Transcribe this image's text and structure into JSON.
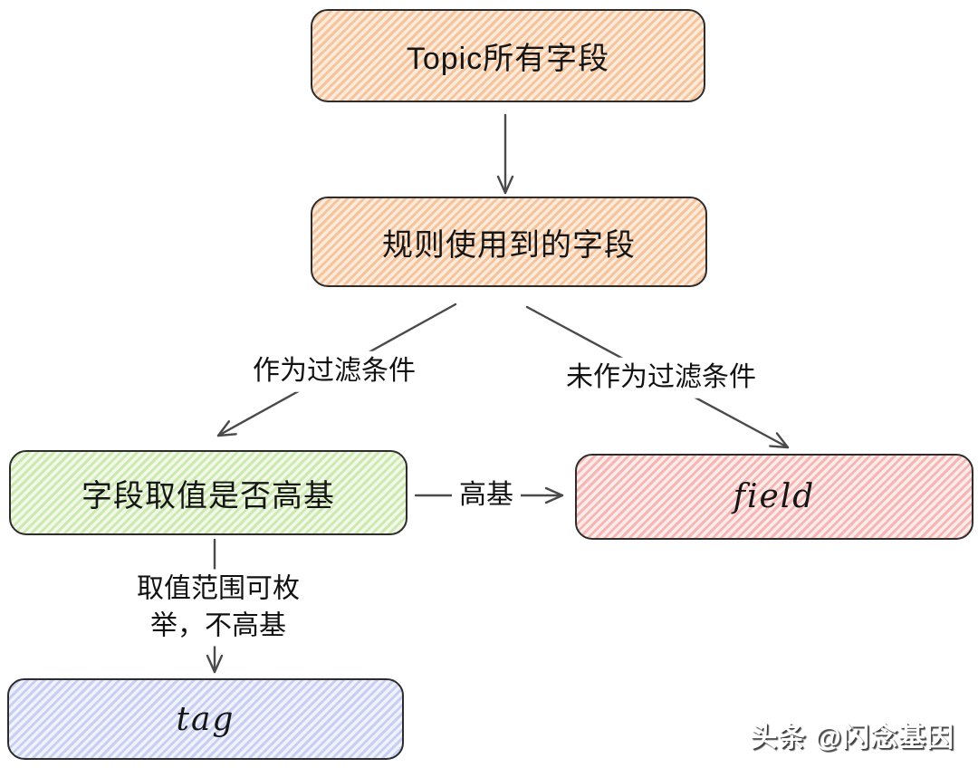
{
  "diagram": {
    "nodes": {
      "topic": {
        "label": "Topic所有字段",
        "fill_stripe": "#f5c49c",
        "fill_bg": "#fceadb"
      },
      "rules": {
        "label": "规则使用到的字段",
        "fill_stripe": "#f5c49c",
        "fill_bg": "#fceadb"
      },
      "cardinality": {
        "label": "字段取值是否高基",
        "fill_stripe": "#cde9b2",
        "fill_bg": "#f2f9e9"
      },
      "field": {
        "label": "field",
        "fill_stripe": "#f6b7b4",
        "fill_bg": "#fdecea"
      },
      "tag": {
        "label": "tag",
        "fill_stripe": "#c7cff2",
        "fill_bg": "#f0f2fc"
      }
    },
    "edges": {
      "as_filter": {
        "label": "作为过滤条件"
      },
      "not_as_filter": {
        "label": "未作为过滤条件"
      },
      "high_cardinality": {
        "label": "高基"
      },
      "enumerable": {
        "label": "取值范围可枚\n举，不高基"
      }
    },
    "stroke_color": "#4a4a4a",
    "border_color": "#2d2d2d"
  },
  "watermark": {
    "text": "头条 @闪念基因"
  }
}
